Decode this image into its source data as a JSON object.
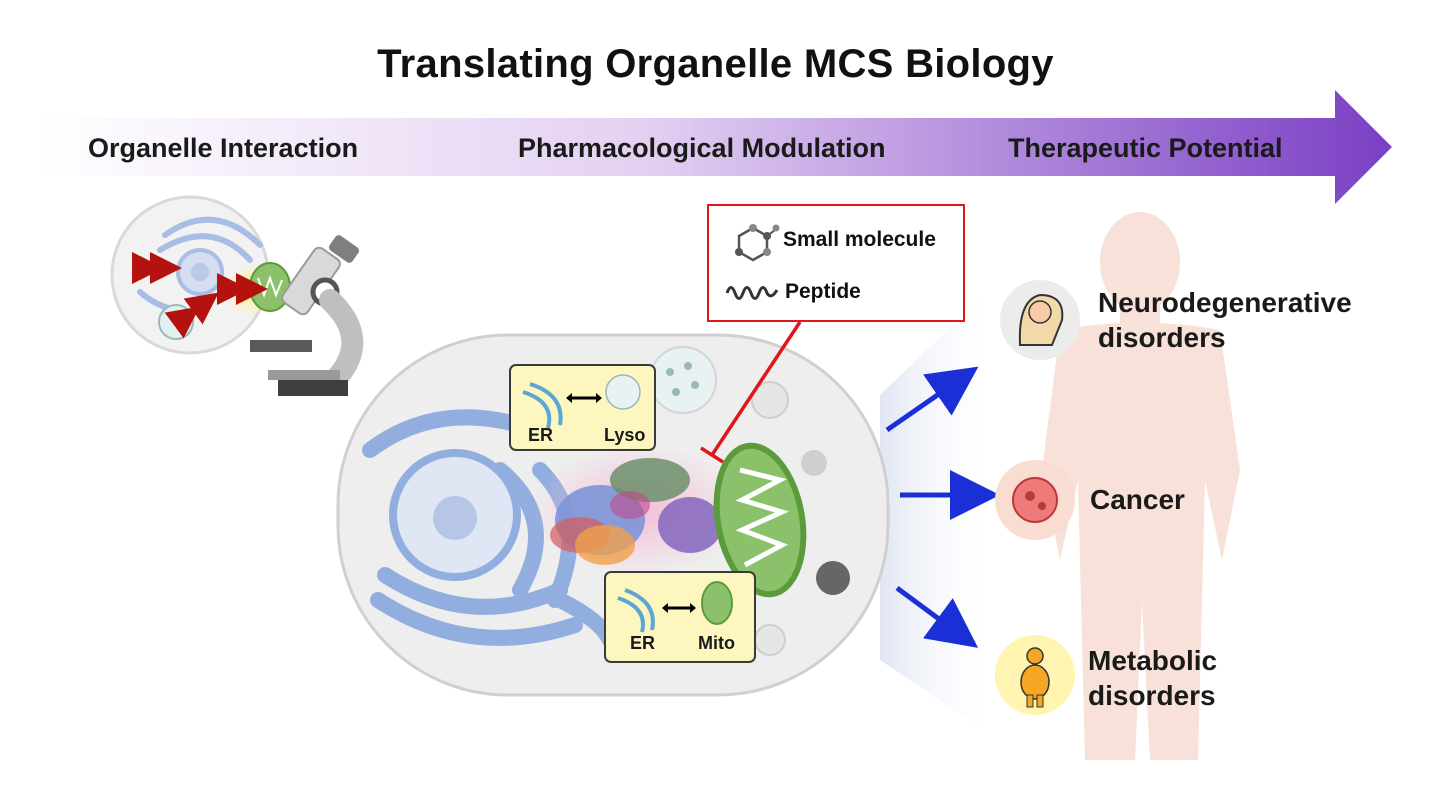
{
  "title": "Translating Organelle MCS Biology",
  "stages": [
    {
      "label": "Organelle Interaction"
    },
    {
      "label": "Pharmacological Modulation"
    },
    {
      "label": "Therapeutic Potential"
    }
  ],
  "legend": {
    "small_molecule": "Small molecule",
    "peptide": "Peptide"
  },
  "contact_boxes": [
    {
      "left": "ER",
      "right": "Lyso"
    },
    {
      "left": "ER",
      "right": "Mito"
    }
  ],
  "diseases": {
    "neuro": [
      "Neurodegenerative",
      "disorders"
    ],
    "cancer": "Cancer",
    "metabolic": [
      "Metabolic",
      "disorders"
    ]
  },
  "colors": {
    "arrow_gradient_start": "#ffffff",
    "arrow_gradient_end": "#7a3fc4",
    "inhibitor_red": "#e0161b",
    "effect_arrow_blue": "#1a2fd6",
    "mitochondria_green": "#6fb04a",
    "er_blue": "#8eaad6",
    "box_yellow": "#fdf7bf"
  }
}
